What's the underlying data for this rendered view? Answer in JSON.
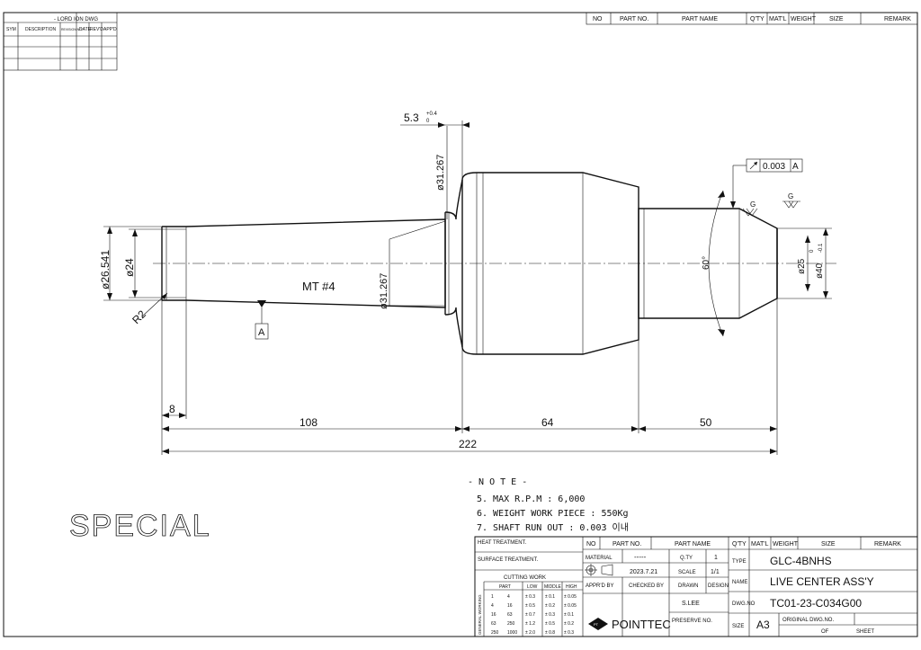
{
  "revision_table": {
    "title_suffix": "- LORD  ION DWG",
    "headers": [
      "SYM",
      "DESCRIPTION",
      "REVISION NO.",
      "DATE",
      "REV'D",
      "APP'D"
    ]
  },
  "parts_list_top": {
    "headers": [
      "NO",
      "PART NO.",
      "PART NAME",
      "Q'TY",
      "MAT'L",
      "WEIGHT",
      "SIZE",
      "REMARK"
    ]
  },
  "drawing": {
    "dims": {
      "groove_width": "5.3",
      "groove_tol_upper": "+0.4",
      "groove_tol_lower": "0",
      "dia_31_top": "ø31.267",
      "dia_31_mid": "ø31.267",
      "dia_26": "ø26.541",
      "dia_24": "ø24",
      "radius": "R2",
      "taper_label": "MT #4",
      "datum": "A",
      "runout_value": "0.003",
      "runout_datum": "A",
      "angle": "60°",
      "dia_25": "ø25",
      "dia_40": "ø40",
      "dia_40_tol_upper": "0",
      "dia_40_tol_lower": "-0.1",
      "len_8": "8",
      "len_108": "108",
      "len_64": "64",
      "len_50": "50",
      "len_222": "222",
      "finish_mark": "G"
    }
  },
  "notes": {
    "heading": "- N O T E -",
    "items": [
      "5. MAX R.P.M : 6,000",
      "6. WEIGHT WORK PIECE : 550Kg",
      "7. SHAFT RUN OUT : 0.003 이내"
    ]
  },
  "special_label": "SPECIAL",
  "title_block": {
    "heat_treatment": "HEAT TREATMENT.",
    "surface_treatment": "SURFACE TREATMENT.",
    "cutting_work": "CUTTING WORK",
    "general_working_label": "GENERAL WORKING",
    "cut_headers": [
      "PART",
      "LOW",
      "MIDDLE",
      "HIGH"
    ],
    "cut_rows": [
      [
        "1",
        "4",
        "± 0.3",
        "± 0.1",
        "± 0.05"
      ],
      [
        "4",
        "16",
        "± 0.5",
        "± 0.2",
        "± 0.05"
      ],
      [
        "16",
        "63",
        "± 0.7",
        "± 0.3",
        "± 0.1"
      ],
      [
        "63",
        "250",
        "± 1.2",
        "± 0.5",
        "± 0.2"
      ],
      [
        "250",
        "1000",
        "± 2.0",
        "± 0.8",
        "± 0.3"
      ]
    ],
    "bom_headers": [
      "NO",
      "PART NO.",
      "PART NAME",
      "Q'TY",
      "MAT'L",
      "WEIGHT",
      "SIZE",
      "REMARK"
    ],
    "material_label": "MATERIAL",
    "material_value": "-----",
    "qty_label": "Q.TY",
    "qty_value": "1",
    "date_value": "2023.7.21",
    "scale_label": "SCALE",
    "scale_value": "1/1",
    "apprd_label": "APPR'D BY",
    "checked_label": "CHECKED BY",
    "drawn_label": "DRAWN",
    "design_label": "DESIGN",
    "drawn_by": "S.LEE",
    "preserve_label": "PRESERVE NO.",
    "company": "POINTTEC",
    "type_label": "TYPE",
    "type_value": "GLC-4BNHS",
    "name_label": "NAME",
    "name_value": "LIVE CENTER ASS'Y",
    "dwgno_label": "DWG.NO",
    "dwgno_value": "TC01-23-C034G00",
    "size_label": "SIZE",
    "size_value": "A3",
    "original_label": "ORIGINAL DWG.NO.",
    "of_label": "OF",
    "sheet_label": "SHEET"
  }
}
